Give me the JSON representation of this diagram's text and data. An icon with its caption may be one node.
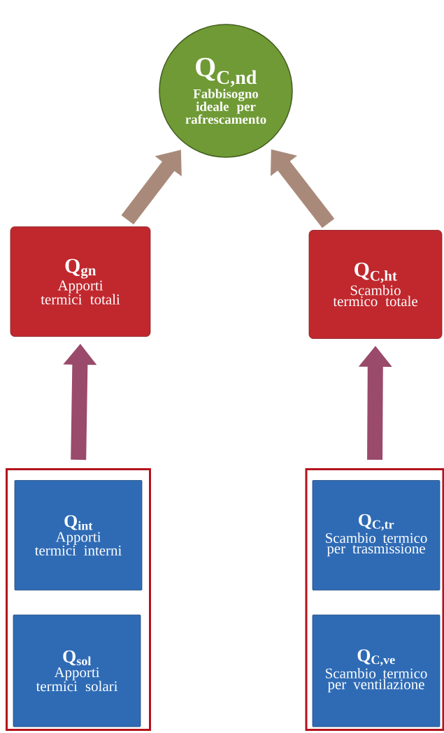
{
  "diagram": {
    "nodes": [
      {
        "text": [
          "Q$_{C,nd}$",
          "Fabbisogno ideale per rafrescamento"
        ]
      },
      {
        "text": [
          "Q$_{gn}$",
          "Apporti termici totali"
        ]
      },
      {
        "text": [
          "Q$_{C,ht}$",
          "Scambio termico totale"
        ]
      },
      {
        "text": [],
        "shape": "box"
      },
      {
        "text": [
          "Q$_{int}$",
          "Apporti termici interni"
        ],
        "in": 3
      },
      {
        "text": [
          "Q$_{sol}$",
          "Apporti termici solari"
        ],
        "in": 3
      },
      {
        "text": [],
        "shape": "box"
      },
      {
        "text": [
          "Q$_{C,tr}$",
          "Scambio termico per trasmissione"
        ],
        "in": 6
      },
      {
        "text": [
          "Q$_{C,ve}$",
          "Scambio termico per ventilazione"
        ],
        "in": 6
      }
    ],
    "edges": [
      {
        "from": 1,
        "to": 0,
        "arrow": "to"
      },
      {
        "from": 2,
        "to": 0,
        "arrow": "to"
      },
      {
        "from": 3,
        "to": 1,
        "arrow": "to"
      },
      {
        "from": 6,
        "to": 2,
        "arrow": "to"
      }
    ]
  }
}
